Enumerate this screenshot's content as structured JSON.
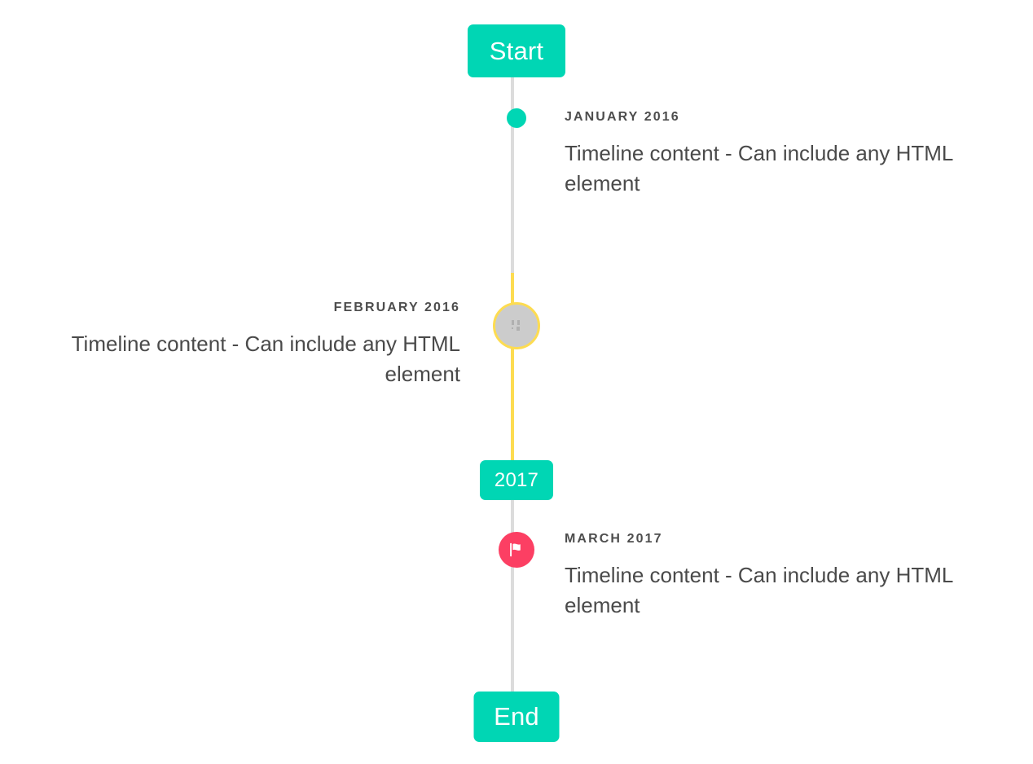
{
  "timeline": {
    "start_badge": {
      "label": "Start"
    },
    "year_badge": {
      "label": "2017"
    },
    "end_badge": {
      "label": "End"
    },
    "events": [
      {
        "id": "january-2016",
        "date": "January 2016",
        "body": "Timeline content - Can include any HTML element",
        "side": "right",
        "marker": {
          "icon": "filled-dot-icon",
          "color": "#00d6b4"
        }
      },
      {
        "id": "february-2016",
        "date": "February 2016",
        "body": "Timeline content - Can include any HTML element",
        "side": "left",
        "marker": {
          "icon": "placeholder-glyph-icon",
          "color": "#cccccc",
          "ring_color": "#fddc51"
        }
      },
      {
        "id": "march-2017",
        "date": "March 2017",
        "body": "Timeline content - Can include any HTML element",
        "side": "right",
        "marker": {
          "icon": "flag-icon",
          "color": "#fc3f63"
        }
      }
    ],
    "colors": {
      "accent_teal": "#00d6b4",
      "highlight_yellow": "#fddc51",
      "flag_pink": "#fc3f63",
      "line_gray": "#dcdcdc",
      "marker_gray": "#cccccc",
      "text_dark": "#4a4a4a"
    }
  }
}
